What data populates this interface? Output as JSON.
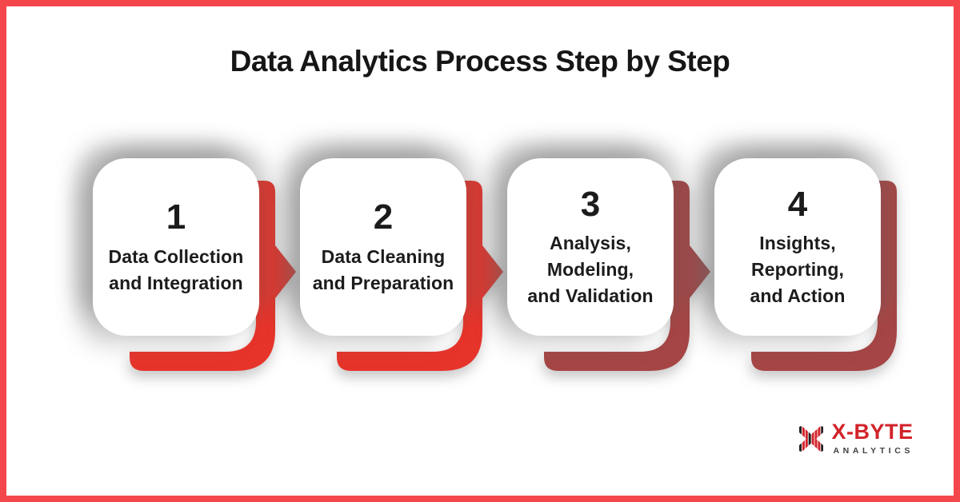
{
  "title": "Data Analytics Process Step by Step",
  "colors": {
    "frame_border": "#F4474B",
    "bright_red": "#E7342B",
    "dark_red": "#A64545",
    "title_text": "#161616",
    "label_text": "#1C1C1C",
    "logo_brand_red": "#D2232A",
    "logo_sub_gray": "#414042"
  },
  "steps": [
    {
      "number": "1",
      "lines": [
        "Data Collection",
        "and Integration"
      ],
      "accent": "#E7342B",
      "has_arrow": true
    },
    {
      "number": "2",
      "lines": [
        "Data Cleaning",
        "and Preparation"
      ],
      "accent": "#E7342B",
      "has_arrow": true
    },
    {
      "number": "3",
      "lines": [
        "Analysis,",
        "Modeling,",
        "and Validation"
      ],
      "accent": "#A64545",
      "has_arrow": true
    },
    {
      "number": "4",
      "lines": [
        "Insights,",
        "Reporting,",
        "and Action"
      ],
      "accent": "#A64545",
      "has_arrow": false
    }
  ],
  "logo": {
    "brand": "X-BYTE",
    "sub": "ANALYTICS",
    "icon": "x-byte-mark-icon"
  }
}
